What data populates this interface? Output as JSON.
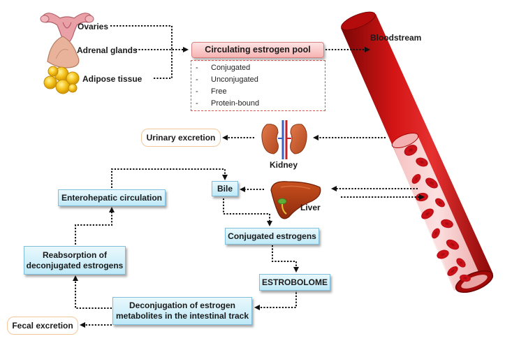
{
  "sources": {
    "ovaries": "Ovaries",
    "adrenal": "Adrenal glands",
    "adipose": "Adipose tissue"
  },
  "pool": {
    "title": "Circulating estrogen pool",
    "items": [
      "Conjugated",
      "Unconjugated",
      "Free",
      "Protein-bound"
    ],
    "bullet": "-"
  },
  "bloodstream": "Bloodstream",
  "kidney": "Kidney",
  "urinary": "Urinary excretion",
  "liver": "Liver",
  "bile": "Bile",
  "enterohepatic": "Enterohepatic circulation",
  "reabsorption": "Reabsorption of deconjugated estrogens",
  "conjugated": "Conjugated estrogens",
  "estrobolome": "ESTROBOLOME",
  "deconjugation": "Deconjugation of estrogen metabolites in the intestinal track",
  "fecal": "Fecal excretion",
  "colors": {
    "vessel": "#c40d0d",
    "blood_cell": "#d3121a",
    "arrow": "#111111",
    "box_fill": "#cdeef9",
    "box_border": "#7fbfdc",
    "pool_fill": "#f9c2c2",
    "pool_list_border": "#d9534f",
    "excretion_border": "#f2c79a"
  },
  "icons": [
    "uterus-icon",
    "adrenal-gland-icon",
    "adipose-cells-icon",
    "kidney-icon",
    "liver-icon",
    "blood-vessel-icon",
    "red-blood-cell-icon"
  ]
}
